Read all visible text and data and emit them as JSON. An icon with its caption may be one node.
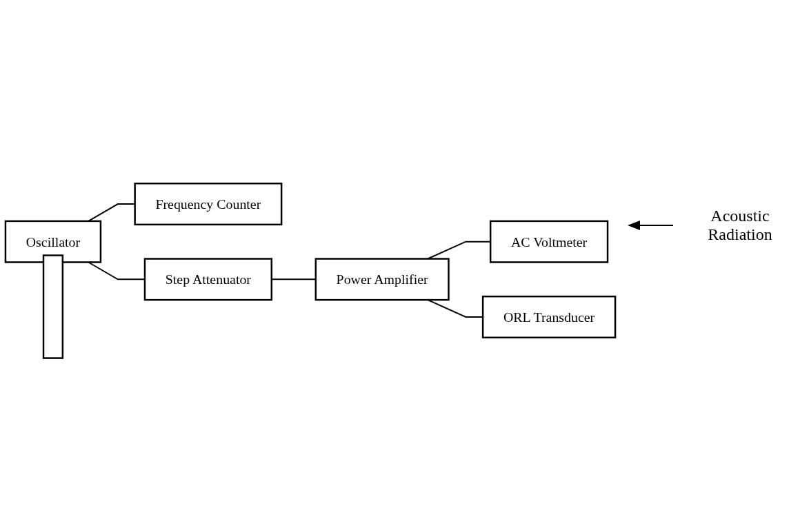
{
  "diagram": {
    "nodes": [
      {
        "text": [
          "Frequency Counter"
        ]
      },
      {
        "text": [
          "AC Voltmeter"
        ]
      },
      {
        "text": [
          "Oscillator"
        ]
      },
      {
        "text": [
          "Step Attenuator"
        ]
      },
      {
        "text": [
          "Power Amplifier"
        ]
      },
      {
        "text": [],
        "shape": "bar"
      },
      {
        "text": [
          "ORL Transducer"
        ]
      }
    ],
    "edges": [
      {
        "from": 2,
        "to": 0,
        "arrow": "none"
      },
      {
        "from": 2,
        "to": 3,
        "arrow": "none"
      },
      {
        "from": 3,
        "to": 4,
        "arrow": "none"
      },
      {
        "from": 4,
        "to": 1,
        "arrow": "none"
      },
      {
        "from": 4,
        "to": 6,
        "arrow": "none"
      }
    ],
    "labels": [
      "Acoustic Radiation"
    ]
  }
}
